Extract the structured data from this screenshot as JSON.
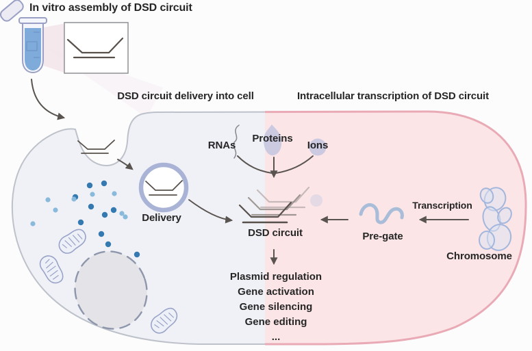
{
  "title": {
    "in_vitro": "In vitro assembly of DSD circuit"
  },
  "headers": {
    "delivery": "DSD circuit delivery into cell",
    "transcription": "Intracellular transcription of DSD circuit"
  },
  "labels": {
    "rnas": "RNAs",
    "proteins": "Proteins",
    "ions": "Ions",
    "delivery": "Delivery",
    "dsd_circuit": "DSD circuit",
    "pre_gate": "Pre-gate",
    "transcription": "Transcription",
    "chromosome": "Chromosome"
  },
  "outcomes": [
    "Plasmid regulation",
    "Gene activation",
    "Gene silencing",
    "Gene editing",
    "..."
  ],
  "colors": {
    "background": "#fcfcfd",
    "text_color": "#262626",
    "arrow_color": "#5a5450",
    "gate_color": "#57504b",
    "gate_ghost1": "#918985",
    "gate_ghost2": "#b6abaa",
    "cell_left_fill": "#f0f1f6",
    "cell_left_stroke": "#bdc1ca",
    "cell_right_fill": "#fbe5e7",
    "cell_right_stroke": "#e9aab5",
    "delivery_ring": "#a9b3d6",
    "dot_dark": "#3579b1",
    "dot_light": "#8abadb",
    "organelle_stroke": "#99a3c8",
    "organelle_fill": "#eef0f8",
    "nucleus_fill": "#e4e3e8",
    "nucleus_stroke": "#8d96ab",
    "chromosome_stroke": "#a3b6dc",
    "chromosome_fill": "#dbe3f4",
    "pregate_color": "#a9bdd9",
    "blob_color": "#b9bfdf",
    "tube_stroke": "#9aa0c5",
    "tube_liquid": "#7fabdb",
    "beam_color": "#f3e4ea"
  }
}
